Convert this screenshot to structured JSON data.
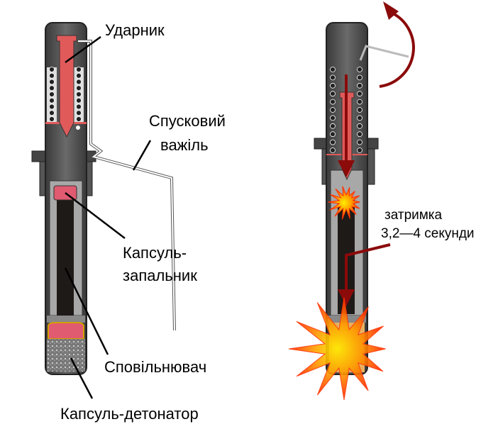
{
  "labels": {
    "striker": "Ударник",
    "lever_1": "Спусковий",
    "lever_2": "важіль",
    "primer_1": "Капсуль-",
    "primer_2": "запальник",
    "delay": "Сповільнювач",
    "detonator": "Капсуль-детонатор",
    "delay_time_1": "затримка",
    "delay_time_2": "3,2—4 секунди"
  },
  "colors": {
    "body": "#4a4a4a",
    "pin": "#e05a5a",
    "arrow": "#8b0a0a",
    "delay": "#1e1a18",
    "liner": "#a8a8a8"
  }
}
